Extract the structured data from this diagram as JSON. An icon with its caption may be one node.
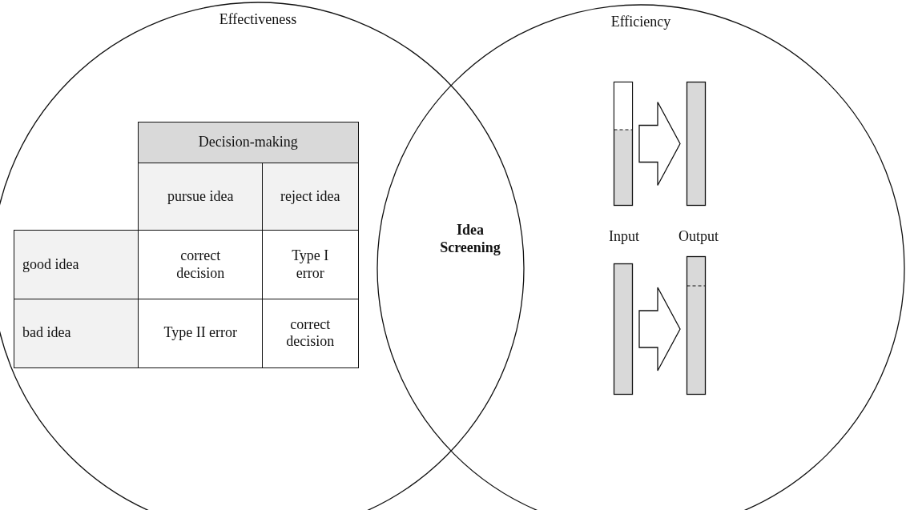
{
  "diagram": {
    "nodes": [
      {
        "text": [
          "Effectiveness"
        ]
      },
      {
        "text": [
          "Efficiency"
        ]
      },
      {
        "text": [],
        "shape": "bar",
        "in": 1
      },
      {
        "text": [],
        "shape": "bar",
        "in": 1
      },
      {
        "text": [],
        "shape": "bar",
        "in": 1
      },
      {
        "text": [],
        "shape": "bar",
        "in": 1
      }
    ],
    "edges": [
      {
        "from": 2,
        "to": 3,
        "arrow": "to"
      },
      {
        "from": 4,
        "to": 5,
        "arrow": "to"
      }
    ],
    "labels": [
      "Decision-making",
      "pursue idea",
      "reject idea",
      "good idea",
      "correct decision",
      "Type I error",
      "bad idea",
      "Type II error",
      "correct decision",
      "Idea Screening",
      "Input",
      "Output"
    ]
  }
}
